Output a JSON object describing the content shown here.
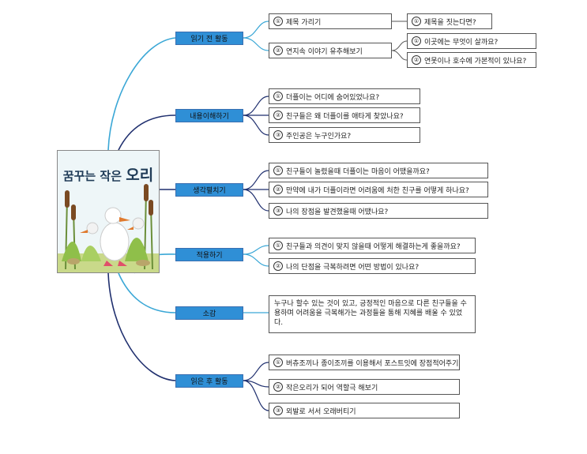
{
  "book": {
    "title_part1": "꿈꾸는 작은 ",
    "title_part2": "오리"
  },
  "branches": [
    {
      "label": "읽기 전 활동"
    },
    {
      "label": "내용이해하기"
    },
    {
      "label": "생각펼치기"
    },
    {
      "label": "적용하기"
    },
    {
      "label": "소감"
    },
    {
      "label": "읽은 후 활동"
    }
  ],
  "nodes": {
    "b1_1": {
      "num": "①",
      "text": "제목 가리기"
    },
    "b1_1_1": {
      "num": "①",
      "text": "제목을 짓는다면?"
    },
    "b1_2": {
      "num": "②",
      "text": "연지속 이야기 유추해보기"
    },
    "b1_2_1": {
      "num": "①",
      "text": "이곳에는 무엇이 살까요?"
    },
    "b1_2_2": {
      "num": "②",
      "text": "연못이나 호수에 가본적이 있나요?"
    },
    "b2_1": {
      "num": "①",
      "text": "더플이는 어디에 숨어있었나요?"
    },
    "b2_2": {
      "num": "②",
      "text": "친구들은 왜 더플이를 애타게 찾았나요?"
    },
    "b2_3": {
      "num": "③",
      "text": "주인공은 누구인가요?"
    },
    "b3_1": {
      "num": "①",
      "text": "친구들이 놀렸을때 더플이는 마음이 어땠을까요?"
    },
    "b3_2": {
      "num": "②",
      "text": "만약에 내가 더플이라면 어려움에 처한 친구를 어떻게 하나요?"
    },
    "b3_3": {
      "num": "③",
      "text": "나의 장점을 발견했을때 어땠나요?"
    },
    "b4_1": {
      "num": "①",
      "text": "친구들과 의견이 맞지 않을때 어떻게 해결하는게 좋을까요?"
    },
    "b4_2": {
      "num": "②",
      "text": "나의 단점을 극복하려면 어떤 방법이 있나요?"
    },
    "b5_1": {
      "text": "누구나 할수 있는 것이 있고, 긍정적인 마음으로 다른 친구들을 수용하며 어려움을 극복해가는 과정들을 통해 지혜를 배울 수 있었다."
    },
    "b6_1": {
      "num": "①",
      "text": "버츄조끼나 종이조끼를 이용해서 포스트잇에 장점적어주기"
    },
    "b6_2": {
      "num": "②",
      "text": "작은오리가 되어 역할극 해보기"
    },
    "b6_3": {
      "num": "③",
      "text": "외발로 서서 오래버티기"
    }
  },
  "colors": {
    "branch_fill": "#2f8fd6",
    "curve_light": "#3aa7d6",
    "curve_dark": "#1f2f6e",
    "connector": "#555555"
  }
}
